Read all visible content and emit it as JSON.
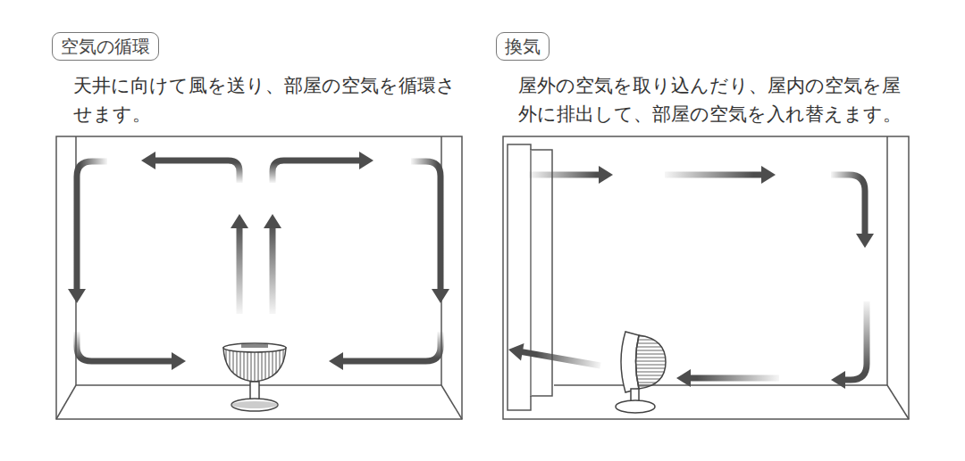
{
  "diagram": {
    "nodes": [
      {
        "text": [
          "空気の循環"
        ]
      },
      {
        "text": [
          "換気"
        ]
      }
    ],
    "labels": [
      "天井に向けて風を送り、部屋の空気を循環させます。",
      "屋外の空気を取り込んだり、屋内の空気を屋外に排出して、部屋の空気を入れ替えます。"
    ]
  }
}
